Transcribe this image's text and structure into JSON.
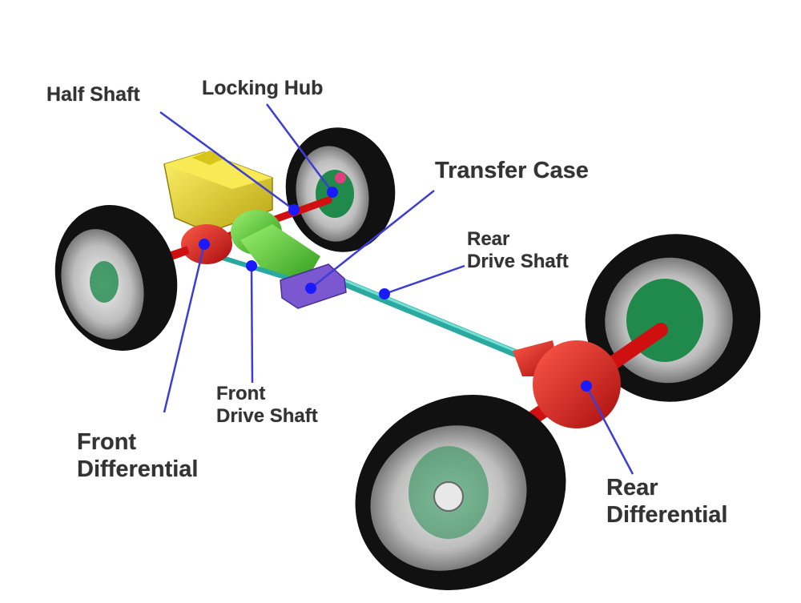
{
  "labels": {
    "half_shaft": "Half Shaft",
    "locking_hub": "Locking Hub",
    "transfer_case": "Transfer Case",
    "rear_drive_shaft": [
      "Rear",
      "Drive Shaft"
    ],
    "front_drive_shaft": [
      "Front",
      "Drive Shaft"
    ],
    "front_differential": [
      "Front",
      "Differential"
    ],
    "rear_differential": [
      "Rear",
      "Differential"
    ]
  },
  "colors": {
    "label_text": "#333333",
    "leader_line": "#3d3dd6",
    "leader_dot": "#1a1aff",
    "differential": "#e01515",
    "transmission": "#4ccc2a",
    "engine_block": "#e6d11e",
    "transfer_case": "#7b57d0",
    "drive_shaft": "#2aa9a0",
    "tire": "#111111",
    "rim": "#c8c8c8",
    "brake_disc": "#1f8a4c"
  }
}
